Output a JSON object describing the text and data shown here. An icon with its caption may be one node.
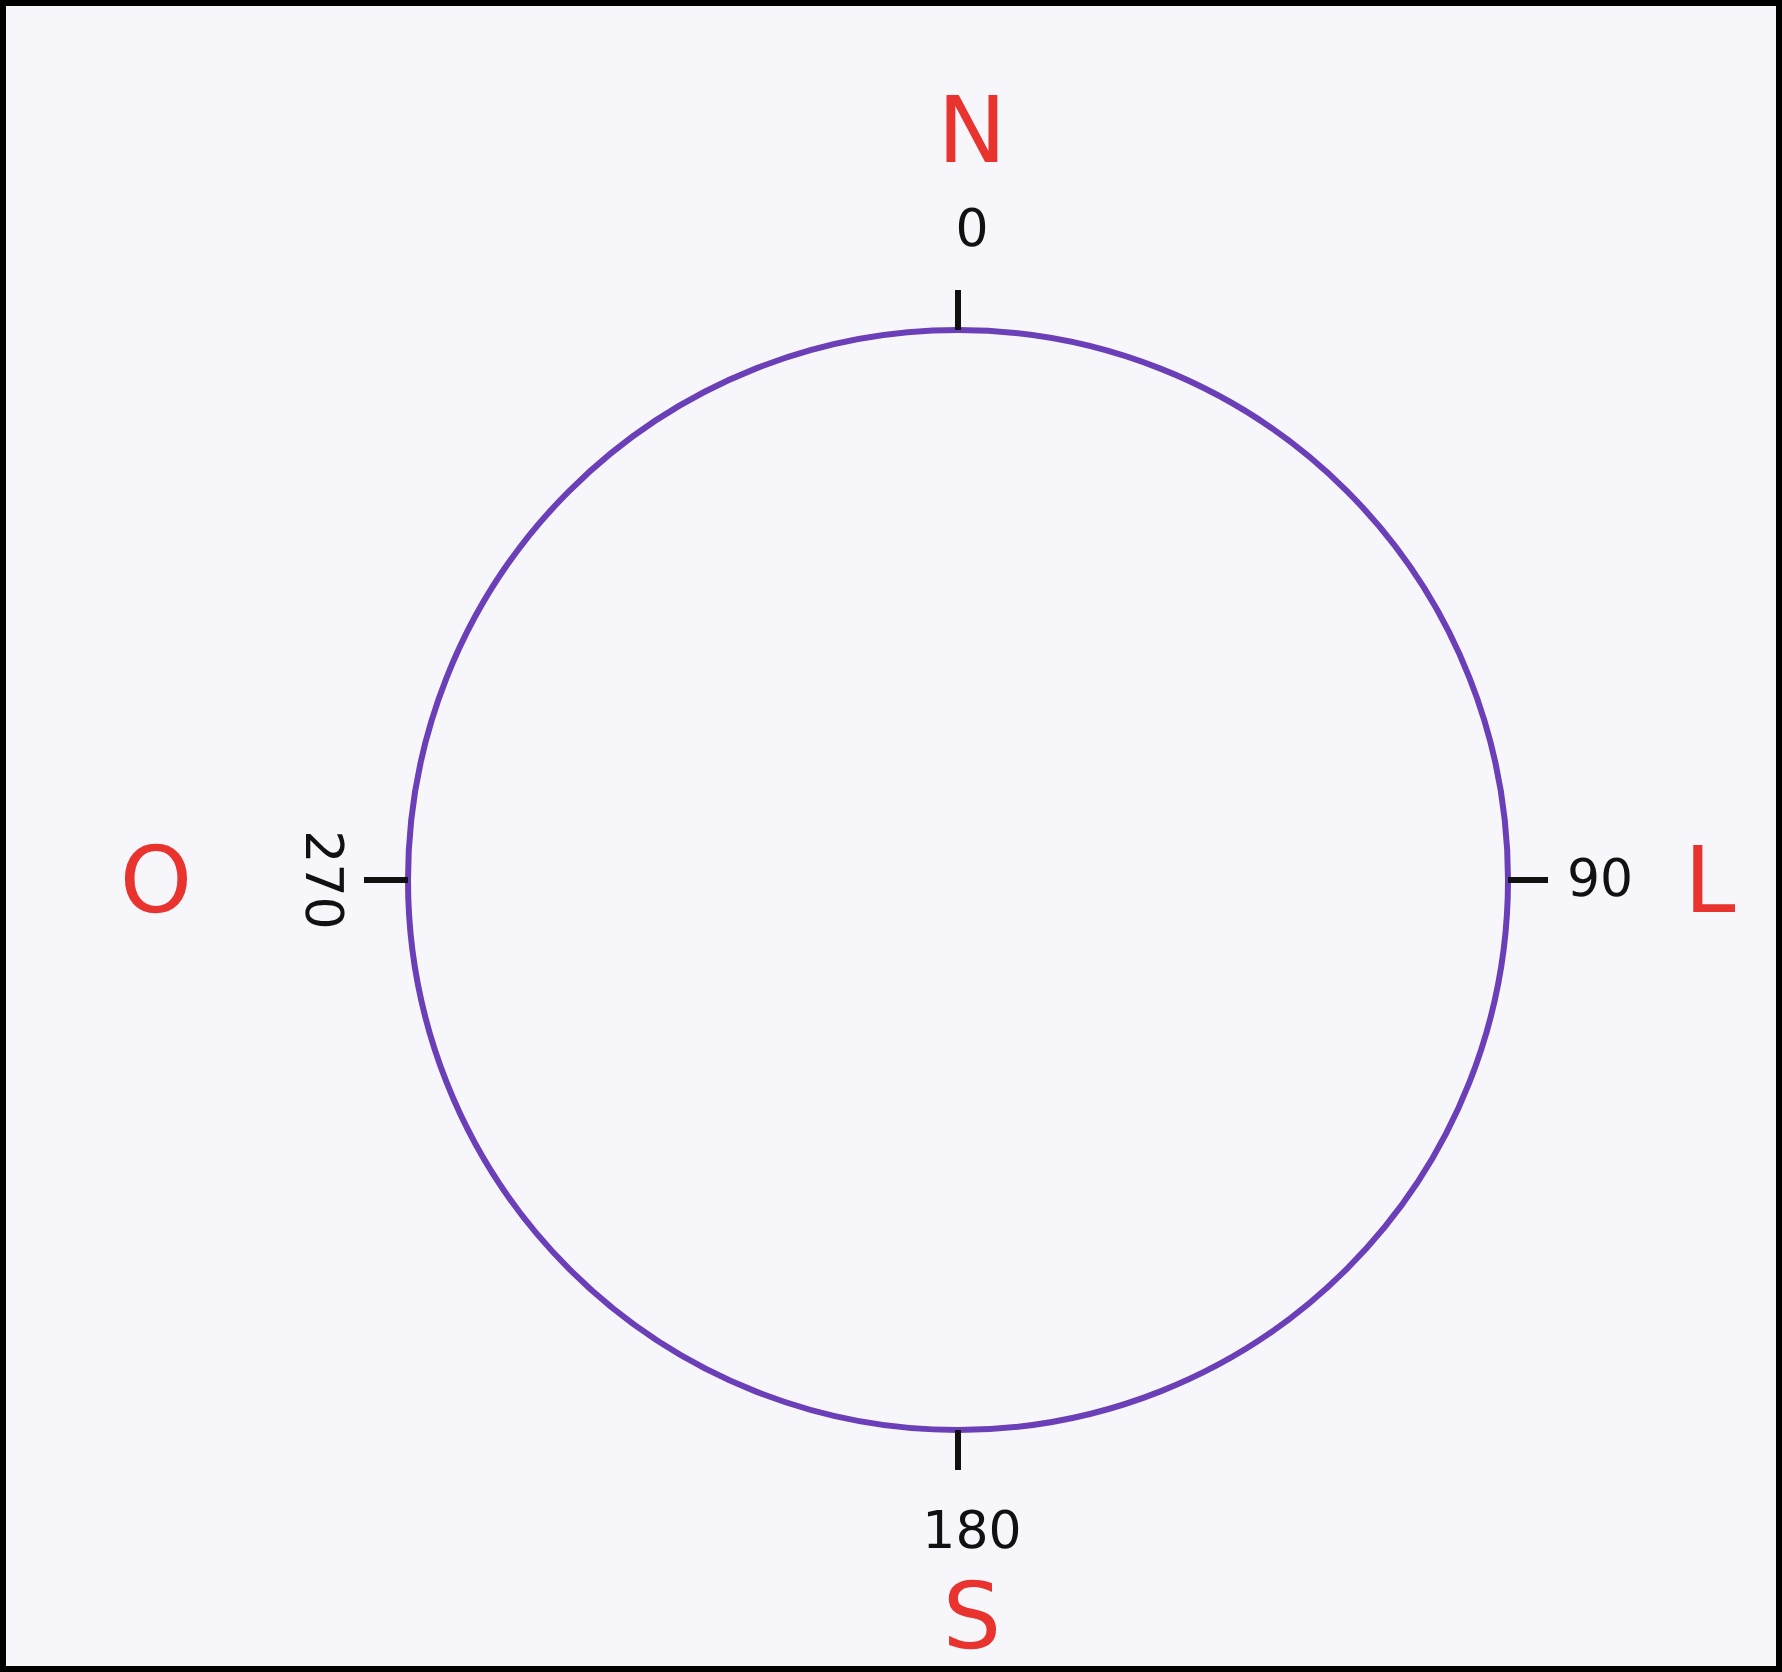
{
  "diagram": {
    "nodes": [
      {
        "text": [],
        "shape": "circle"
      }
    ],
    "labels": [
      "N",
      "0",
      "O",
      "270",
      "90",
      "L",
      "180",
      "S"
    ]
  }
}
